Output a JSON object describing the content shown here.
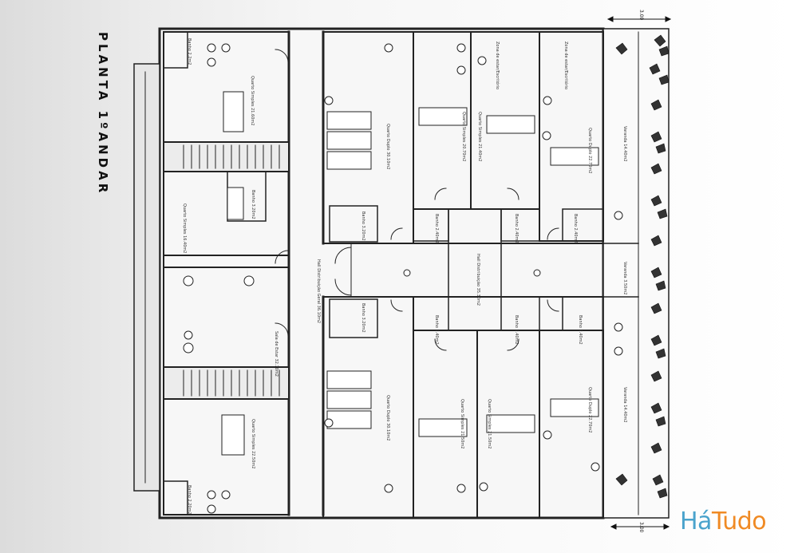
{
  "plan_title": "PLANTA 1ºANDAR",
  "dimension": "3.00",
  "logo": {
    "part1": "Há",
    "part2": "Tudo",
    "color1": "#4aa3cc",
    "color2": "#f08a24"
  },
  "rooms": {
    "quarto_simples_1": "Quarto Simples 21.60m2",
    "banho_1": "Banho 2.2m2",
    "quarto_simples_2": "Quarto Simples 16.40m2",
    "banho_2": "Banho 3.20m2",
    "sala_estar": "Sala de Estar 32.70m2",
    "quarto_simples_3": "Quarto Simples 22.50m2",
    "banho_3": "Banho 2.20m2",
    "hall_1": "Hall Distribuição Geral 36.10m2",
    "quarto_duplo_1": "Quarto Duplo 30.10m2",
    "quarto_duplo_2": "Quarto Duplo 30.10m2",
    "banho_4": "Banho 3.20m2",
    "banho_5": "Banho 3.20m2",
    "hall_2": "Hall Distribuição 35.30m2",
    "quarto_simples_4": "Quarto Simples 20.70m2",
    "quarto_simples_5": "Quarto Simples 21.40m2",
    "quarto_simples_6": "Quarto Simples 21.50m2",
    "quarto_simples_7": "Quarto Simples 21.50m2",
    "zona_1": "Zona de estar/Escritório",
    "zona_2": "Zona de estar/Escritório",
    "banho_6": "Banho 2.40m2",
    "banho_7": "Banho 2.40m2",
    "banho_8": "Banho 2.40m2",
    "banho_9": "Banho 2.40m2",
    "banho_10": "Banho 2.40m2",
    "banho_11": "Banho 2.40m2",
    "quarto_duplo_3": "Quarto Duplo 22.70m2",
    "quarto_duplo_4": "Quarto Duplo 22.70m2",
    "varanda_1": "Varanda 14.40m2",
    "varanda_2": "Varanda 3.50m2",
    "varanda_3": "Varanda 14.40m2"
  }
}
